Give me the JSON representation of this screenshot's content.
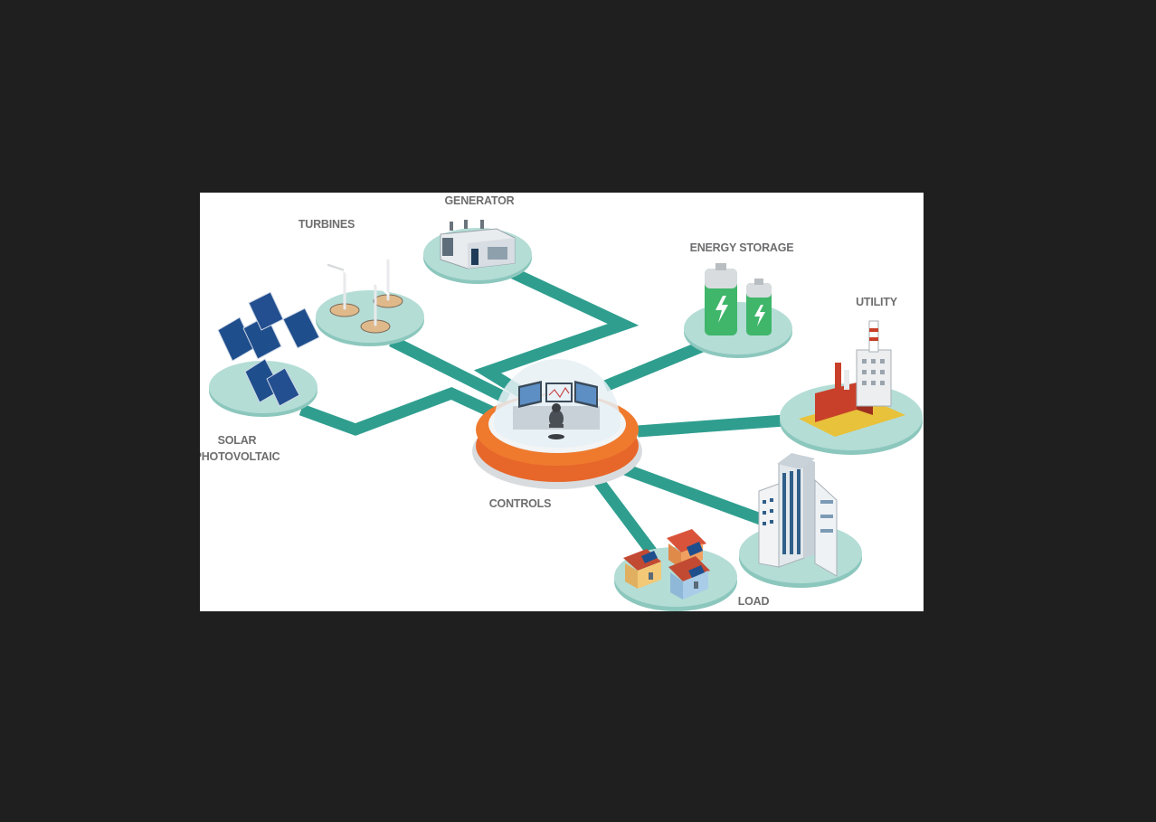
{
  "diagram": {
    "nodes": {
      "generator": {
        "label": "GENERATOR"
      },
      "turbines": {
        "label": "TURBINES"
      },
      "energy_storage": {
        "label": "ENERGY STORAGE"
      },
      "utility": {
        "label": "UTILITY"
      },
      "solar": {
        "label_line1": "SOLAR",
        "label_line2": "PHOTOVOLTAIC"
      },
      "controls": {
        "label": "CONTROLS"
      },
      "load": {
        "label": "LOAD"
      }
    },
    "colors": {
      "page_background": "#1f1f1f",
      "connector": "#2f9e8f",
      "platform": "#b4ddd6",
      "platform_edge": "#8cc7bd",
      "controls_ring": "#ef7a2e",
      "label": "#6e6e70"
    }
  }
}
